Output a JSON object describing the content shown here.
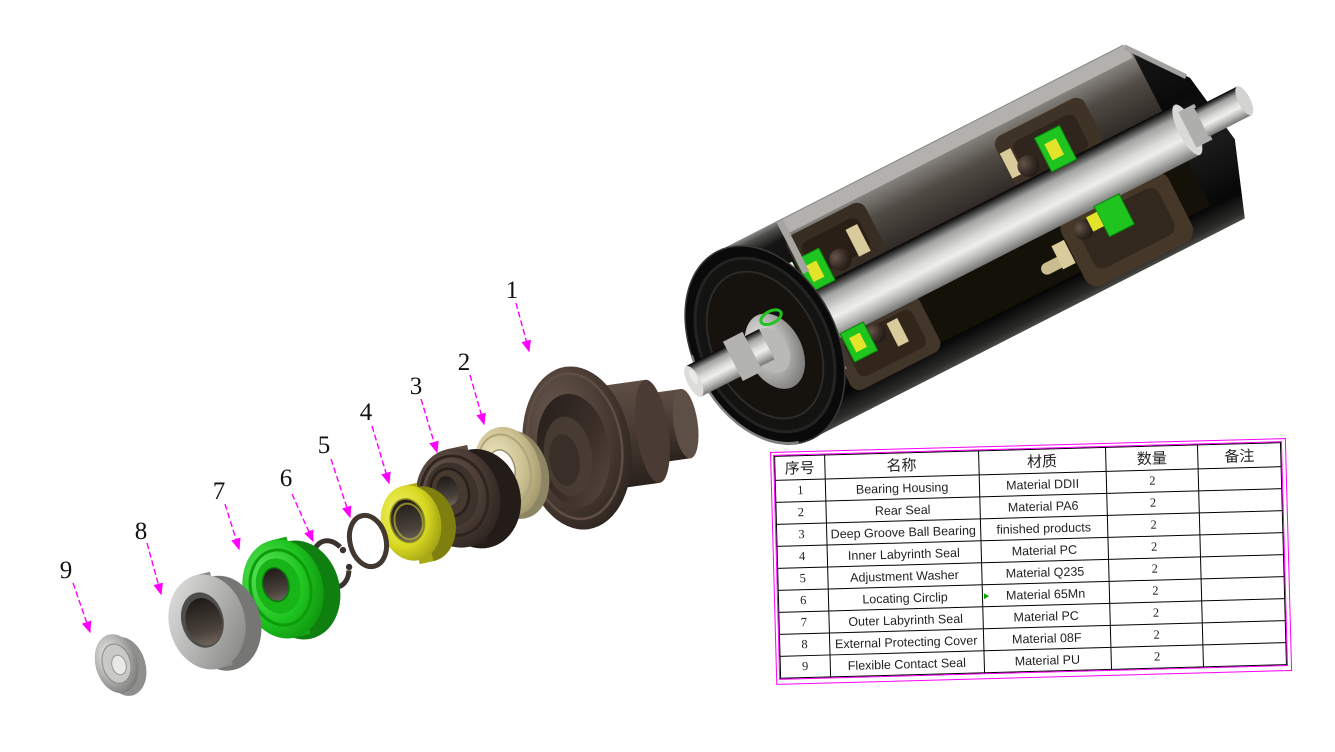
{
  "drawing": {
    "description": "Exploded view and cut-away assembly drawing of a conveyor idler roller with parts list",
    "balloons": [
      "1",
      "2",
      "3",
      "4",
      "5",
      "6",
      "7",
      "8",
      "9"
    ]
  },
  "bom": {
    "columns": [
      {
        "key": "serial",
        "label": "序号"
      },
      {
        "key": "name",
        "label": "名称"
      },
      {
        "key": "material",
        "label": "材质"
      },
      {
        "key": "qty",
        "label": "数量"
      },
      {
        "key": "remark",
        "label": "备注"
      }
    ],
    "rows": [
      {
        "serial": "1",
        "name": "Bearing Housing",
        "material": "Material DDII",
        "qty": "2",
        "remark": "",
        "marker": false
      },
      {
        "serial": "2",
        "name": "Rear Seal",
        "material": "Material PA6",
        "qty": "2",
        "remark": "",
        "marker": false
      },
      {
        "serial": "3",
        "name": "Deep Groove Ball Bearing",
        "material": "finished products",
        "qty": "2",
        "remark": "",
        "marker": false
      },
      {
        "serial": "4",
        "name": "Inner Labyrinth Seal",
        "material": "Material PC",
        "qty": "2",
        "remark": "",
        "marker": false
      },
      {
        "serial": "5",
        "name": "Adjustment Washer",
        "material": "Material Q235",
        "qty": "2",
        "remark": "",
        "marker": false
      },
      {
        "serial": "6",
        "name": "Locating Circlip",
        "material": "Material 65Mn",
        "qty": "2",
        "remark": "",
        "marker": true
      },
      {
        "serial": "7",
        "name": "Outer Labyrinth Seal",
        "material": "Material PC",
        "qty": "2",
        "remark": "",
        "marker": false
      },
      {
        "serial": "8",
        "name": "External Protecting Cover",
        "material": "Material 08F",
        "qty": "2",
        "remark": "",
        "marker": false
      },
      {
        "serial": "9",
        "name": "Flexible Contact Seal",
        "material": "Material PU",
        "qty": "2",
        "remark": "",
        "marker": false
      }
    ]
  },
  "colors": {
    "accent_magenta": "#FF00FF",
    "part_green": "#1FC41F",
    "part_yellow": "#DCDC26",
    "part_tan": "#C8BD8D",
    "part_brown": "#493B33",
    "part_silver": "#ABABAB",
    "shell_black": "#0C0C0C",
    "shaft_grey": "#C9CAC8",
    "marker_green": "#00A800"
  }
}
